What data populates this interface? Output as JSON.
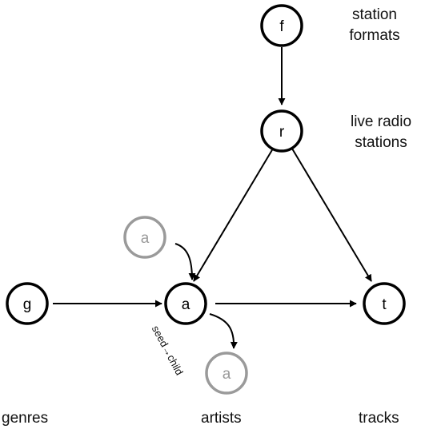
{
  "nodes": {
    "f": {
      "label": "f",
      "style": "primary"
    },
    "r": {
      "label": "r",
      "style": "primary"
    },
    "g": {
      "label": "g",
      "style": "primary"
    },
    "a": {
      "label": "a",
      "style": "primary"
    },
    "t": {
      "label": "t",
      "style": "primary"
    },
    "a_parent": {
      "label": "a",
      "style": "faded"
    },
    "a_child": {
      "label": "a",
      "style": "faded"
    }
  },
  "edge_labels": {
    "seed_child": "seed→child"
  },
  "layer_labels": {
    "station_formats_line1": "station",
    "station_formats_line2": "formats",
    "live_radio_line1": "live radio",
    "live_radio_line2": "stations",
    "genres": "genres",
    "artists": "artists",
    "tracks": "tracks"
  },
  "colors": {
    "primary": "#000000",
    "faded": "#9a9a9a"
  }
}
